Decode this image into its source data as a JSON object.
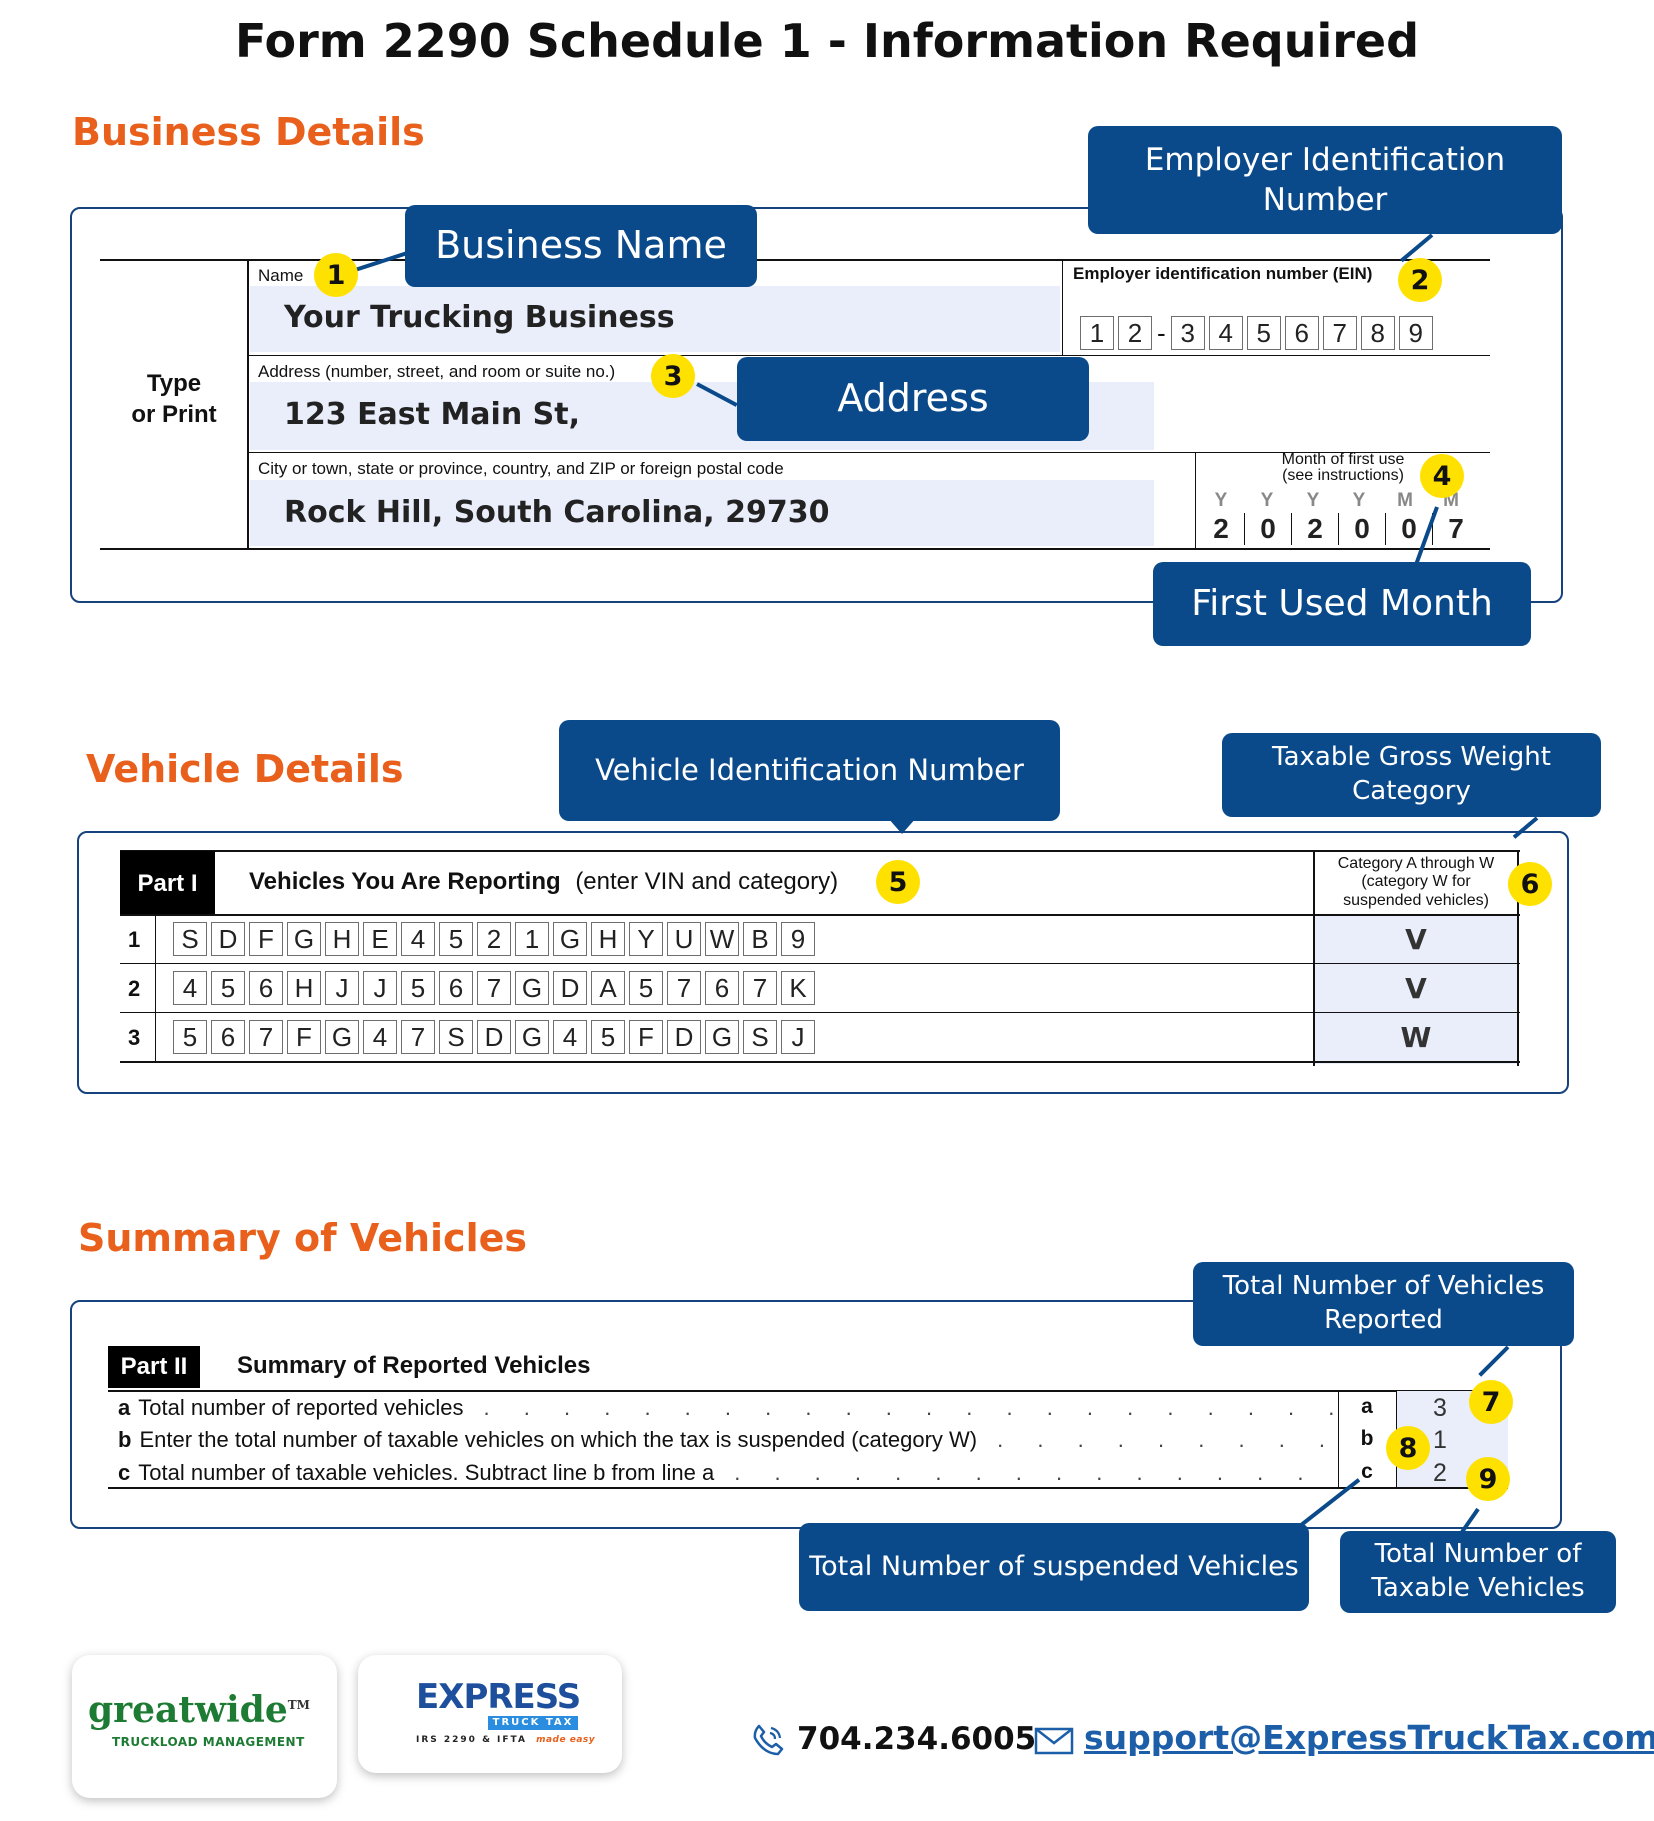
{
  "page_title": "Form 2290 Schedule 1 - Information Required",
  "business": {
    "section_title": "Business Details",
    "type_or_print": [
      "Type",
      "or Print"
    ],
    "name_label": "Name",
    "name_value": "Your Trucking Business",
    "ein_label": "Employer identification number (EIN)",
    "ein_digits": [
      "1",
      "2",
      "-",
      "3",
      "4",
      "5",
      "6",
      "7",
      "8",
      "9"
    ],
    "address_label": "Address (number, street, and room or suite no.)",
    "address_value": "123 East Main St,",
    "city_label": "City or town, state or province, country, and ZIP or foreign postal code",
    "city_value": "Rock Hill, South Carolina, 29730",
    "month_label_1": "Month of first use",
    "month_label_2": "(see instructions)",
    "month_headers": [
      "Y",
      "Y",
      "Y",
      "Y",
      "M",
      "M"
    ],
    "month_digits": [
      "2",
      "0",
      "2",
      "0",
      "0",
      "7"
    ],
    "callouts": {
      "business_name": "Business Name",
      "ein": "Employer Identification Number",
      "address": "Address",
      "first_used": "First Used Month"
    },
    "badges": [
      "1",
      "2",
      "3",
      "4"
    ]
  },
  "vehicles": {
    "section_title": "Vehicle Details",
    "part_label": "Part I",
    "heading": "Vehicles You Are Reporting",
    "heading_note": "(enter VIN and category)",
    "category_header": [
      "Category A through W",
      "(category W for",
      "suspended vehicles)"
    ],
    "rows": [
      {
        "num": "1",
        "vin": [
          "S",
          "D",
          "F",
          "G",
          "H",
          "E",
          "4",
          "5",
          "2",
          "1",
          "G",
          "H",
          "Y",
          "U",
          "W",
          "B",
          "9"
        ],
        "category": "V"
      },
      {
        "num": "2",
        "vin": [
          "4",
          "5",
          "6",
          "H",
          "J",
          "J",
          "5",
          "6",
          "7",
          "G",
          "D",
          "A",
          "5",
          "7",
          "6",
          "7",
          "K"
        ],
        "category": "V"
      },
      {
        "num": "3",
        "vin": [
          "5",
          "6",
          "7",
          "F",
          "G",
          "4",
          "7",
          "S",
          "D",
          "G",
          "4",
          "5",
          "F",
          "D",
          "G",
          "S",
          "J"
        ],
        "category": "W"
      }
    ],
    "callouts": {
      "vin": "Vehicle Identification Number",
      "category": "Taxable Gross Weight Category"
    },
    "badges": [
      "5",
      "6"
    ]
  },
  "summary": {
    "section_title": "Summary of Vehicles",
    "part_label": "Part II",
    "heading": "Summary of Reported Vehicles",
    "lines": [
      {
        "letter": "a",
        "text": "Total number of reported vehicles",
        "code": "a",
        "value": "3"
      },
      {
        "letter": "b",
        "text": "Enter the total number of taxable vehicles on which the tax is suspended (category W)",
        "code": "b",
        "value": "1"
      },
      {
        "letter": "c",
        "text": "Total number of taxable vehicles. Subtract line b from line a",
        "code": "c",
        "value": "2"
      }
    ],
    "callouts": {
      "total": "Total Number of Vehicles Reported",
      "suspended": "Total Number of suspended Vehicles",
      "taxable": "Total Number of Taxable Vehicles"
    },
    "badges": [
      "7",
      "8",
      "9"
    ]
  },
  "footer": {
    "greatwide_name": "greatwide",
    "greatwide_tm": "TM",
    "greatwide_sub": "TRUCKLOAD MANAGEMENT",
    "express_name": "EXPRESS",
    "express_band": "TRUCK TAX",
    "express_sub": "IRS 2290 & IFTA",
    "express_tag": "made easy",
    "phone": "704.234.6005",
    "email": "support@ExpressTruckTax.com"
  },
  "colors": {
    "accent_orange": "#e8601c",
    "callout_blue": "#0b4a8a",
    "badge_yellow": "#ffe100",
    "field_fill": "#eaeefb",
    "frame_blue": "#16427e"
  }
}
